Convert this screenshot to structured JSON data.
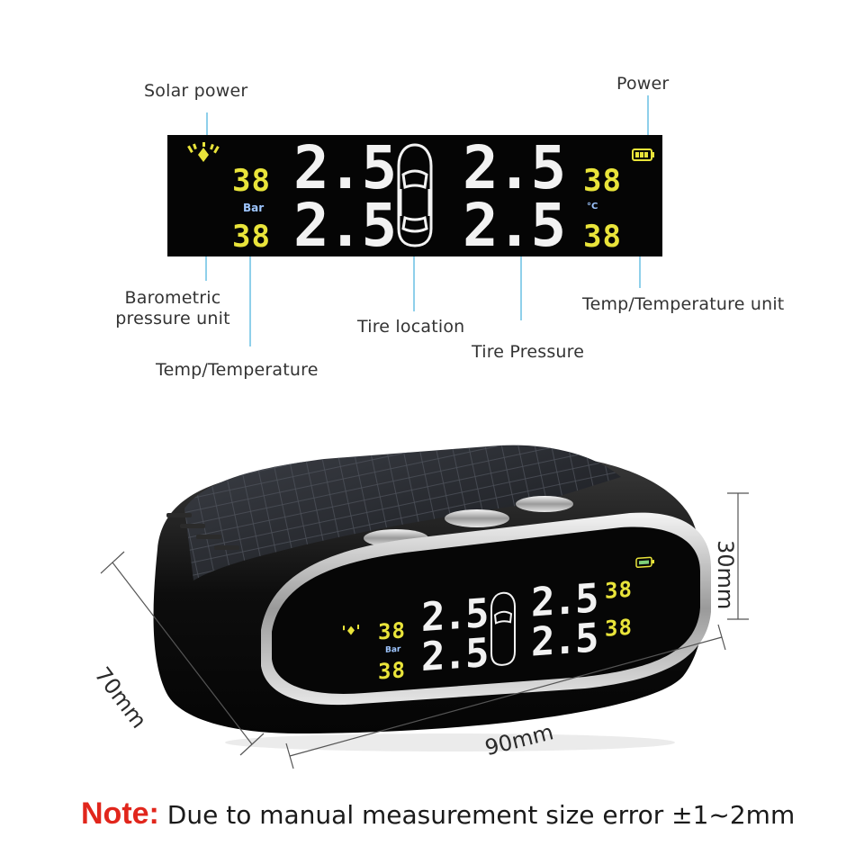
{
  "callouts": {
    "solar_power": "Solar power",
    "power": "Power",
    "barometric_pressure_unit": [
      "Barometric",
      "pressure unit"
    ],
    "tire_location": "Tire location",
    "temp_temperature_unit": "Temp/Temperature unit",
    "tire_pressure": "Tire Pressure",
    "temp_temperature": "Temp/Temperature"
  },
  "lcd": {
    "temp_front_left": "38",
    "temp_rear_left": "38",
    "temp_front_right": "38",
    "temp_rear_right": "38",
    "pressure_front_left": "2.5",
    "pressure_rear_left": "2.5",
    "pressure_front_right": "2.5",
    "pressure_rear_right": "2.5",
    "pressure_unit": "Bar",
    "temp_unit": "°C"
  },
  "device_lcd": {
    "temp_left_top": "38",
    "temp_left_bottom": "38",
    "temp_right_top": "38",
    "temp_right_bottom": "38",
    "pressure_tl": "2.5",
    "pressure_bl": "2.5",
    "pressure_tr": "2.5",
    "pressure_br": "2.5",
    "pressure_unit": "Bar"
  },
  "dimensions": {
    "height": "30mm",
    "depth": "70mm",
    "width": "90mm"
  },
  "note": {
    "head": "Note:",
    "body": " Due to manual measurement size error ±1~2mm"
  },
  "colors": {
    "leader": "#8fd0ea",
    "lcd_temp": "#e9e43a",
    "lcd_pressure": "#f2f2f2",
    "note_red": "#e1261c"
  }
}
